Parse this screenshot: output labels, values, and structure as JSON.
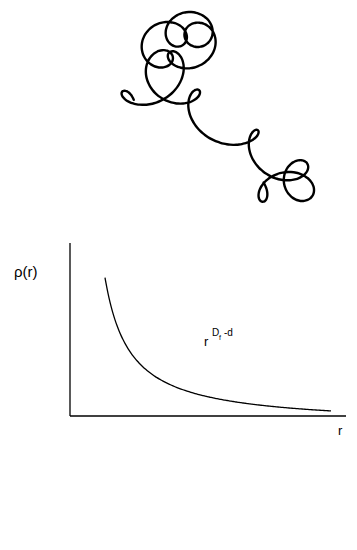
{
  "diagram": {
    "labels": [
      "ρ(r)",
      "r",
      "D",
      "f",
      "-d",
      "r"
    ]
  }
}
